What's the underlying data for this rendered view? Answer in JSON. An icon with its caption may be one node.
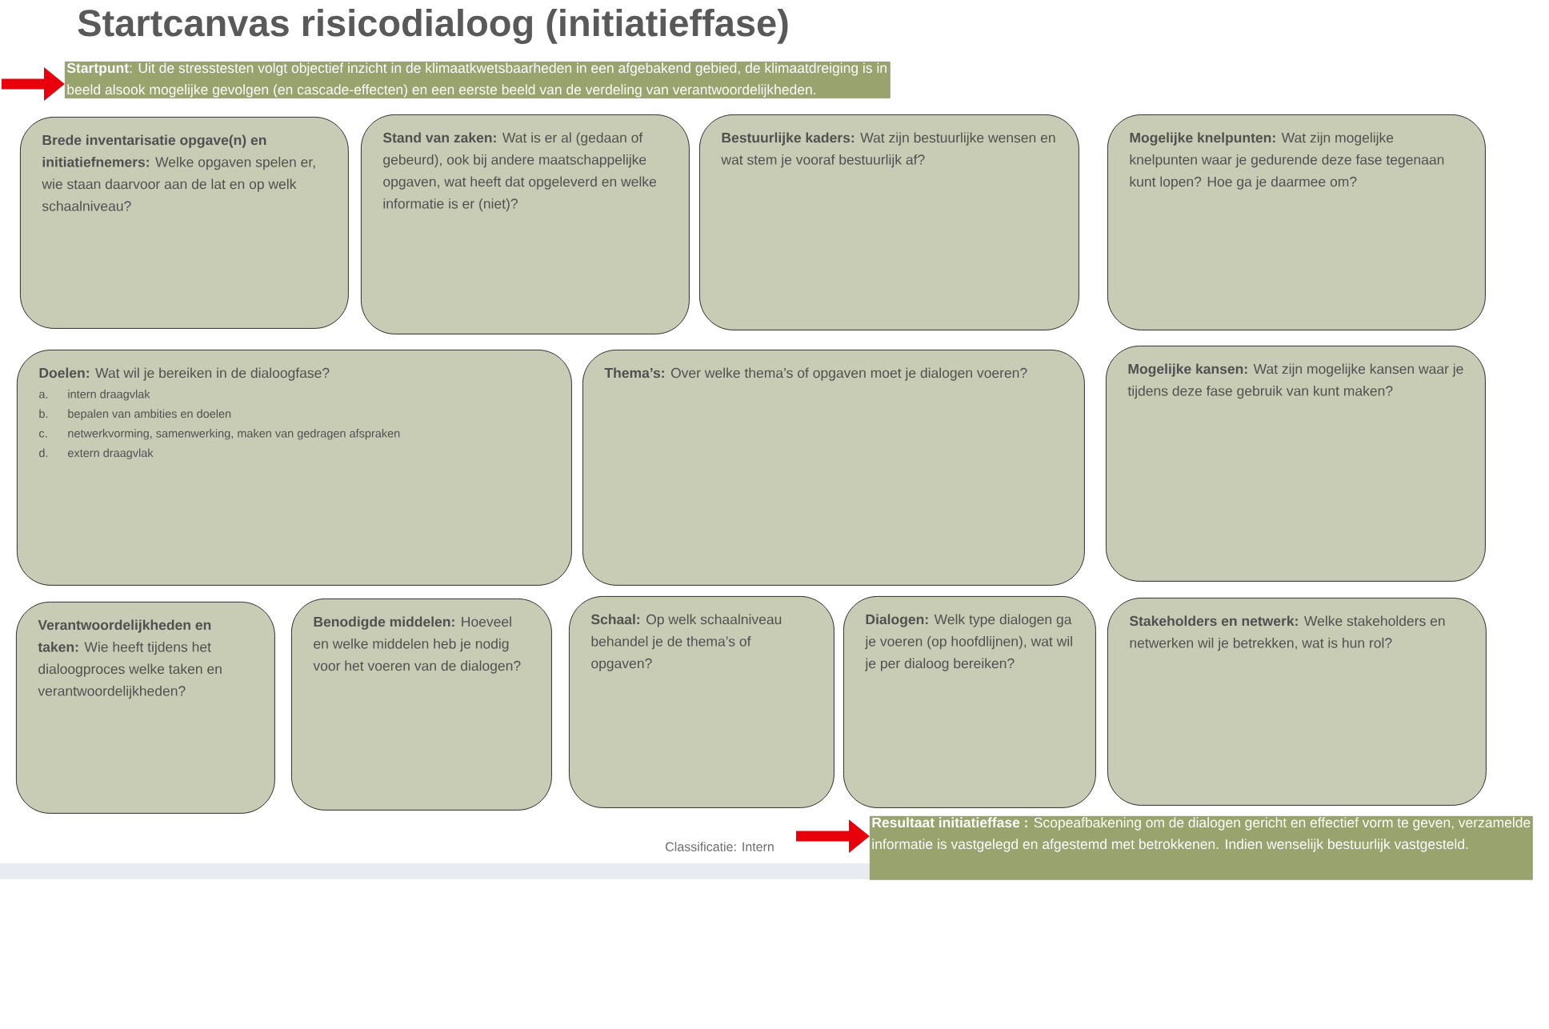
{
  "diagram": {
    "title": "Startcanvas risicodialoog (initiatieffase)",
    "nodes": [
      {
        "text": [
          "**Startpunt**: Uit de stresstesten volgt objectief inzicht in de klimaatkwetsbaarheden in een afgebakend gebied, de klimaatdreiging is in beeld alsook mogelijke gevolgen (en cascade-effecten) en een eerste beeld van de verdeling van verantwoordelijkheden."
        ]
      },
      {
        "text": [
          "**Brede inventarisatie opgave(n) en initiatiefnemers:** Welke opgaven spelen er, wie staan daarvoor aan de lat en op welk schaalniveau?"
        ]
      },
      {
        "text": [
          "**Stand van zaken:** Wat is er al (gedaan of gebeurd), ook bij andere maatschappelijke opgaven, wat heeft dat opgeleverd en welke informatie is er (niet)?"
        ]
      },
      {
        "text": [
          "**Bestuurlijke kaders:** Wat zijn bestuurlijke wensen en wat stem je vooraf bestuurlijk af?"
        ]
      },
      {
        "text": [
          "**Mogelijke knelpunten:** Wat zijn mogelijke knelpunten waar je gedurende deze fase tegenaan kunt lopen? Hoe ga je daarmee om?"
        ]
      },
      {
        "text": [
          "**Doelen:** Wat wil je bereiken in de dialoogfase?",
          "a.",
          "intern draagvlak",
          "b.",
          "bepalen van ambities en doelen",
          "c.",
          "netwerkvorming, samenwerking, maken van gedragen afspraken",
          "d.",
          "extern draagvlak"
        ]
      },
      {
        "text": [
          "**Thema’s:** Over welke thema’s of opgaven moet je dialogen voeren?"
        ]
      },
      {
        "text": [
          "**Mogelijke kansen:** Wat zijn mogelijke kansen waar je tijdens deze fase gebruik van kunt maken?"
        ]
      },
      {
        "text": [
          "**Verantwoordelijkheden en taken:** Wie heeft tijdens het dialoogproces welke taken en verantwoordelijkheden?"
        ]
      },
      {
        "text": [
          "**Benodigde middelen:** Hoeveel en welke middelen heb je nodig voor het voeren van de dialogen?"
        ]
      },
      {
        "text": [
          "**Schaal:** Op welk schaalniveau behandel je de thema’s of opgaven?"
        ]
      },
      {
        "text": [
          "**Dialogen:** Welk type dialogen ga je voeren (op hoofdlijnen), wat wil je per dialoog bereiken?"
        ]
      },
      {
        "text": [
          "**Stakeholders en netwerk:** Welke stakeholders en netwerken wil je betrekken, wat is hun rol?"
        ]
      },
      {
        "text": [
          "**Resultaat initiatieffase :** Scopeafbakening om de dialogen gericht en effectief vorm te geven, verzamelde informatie is vastgelegd en afgestemd met betrokkenen. Indien wenselijk bestuurlijk vastgesteld."
        ]
      }
    ],
    "edges": [
      {
        "from": null,
        "to": 0,
        "arrow": "to"
      },
      {
        "from": null,
        "to": 13,
        "arrow": "to"
      }
    ],
    "labels": [
      "Classificatie: Intern"
    ]
  }
}
